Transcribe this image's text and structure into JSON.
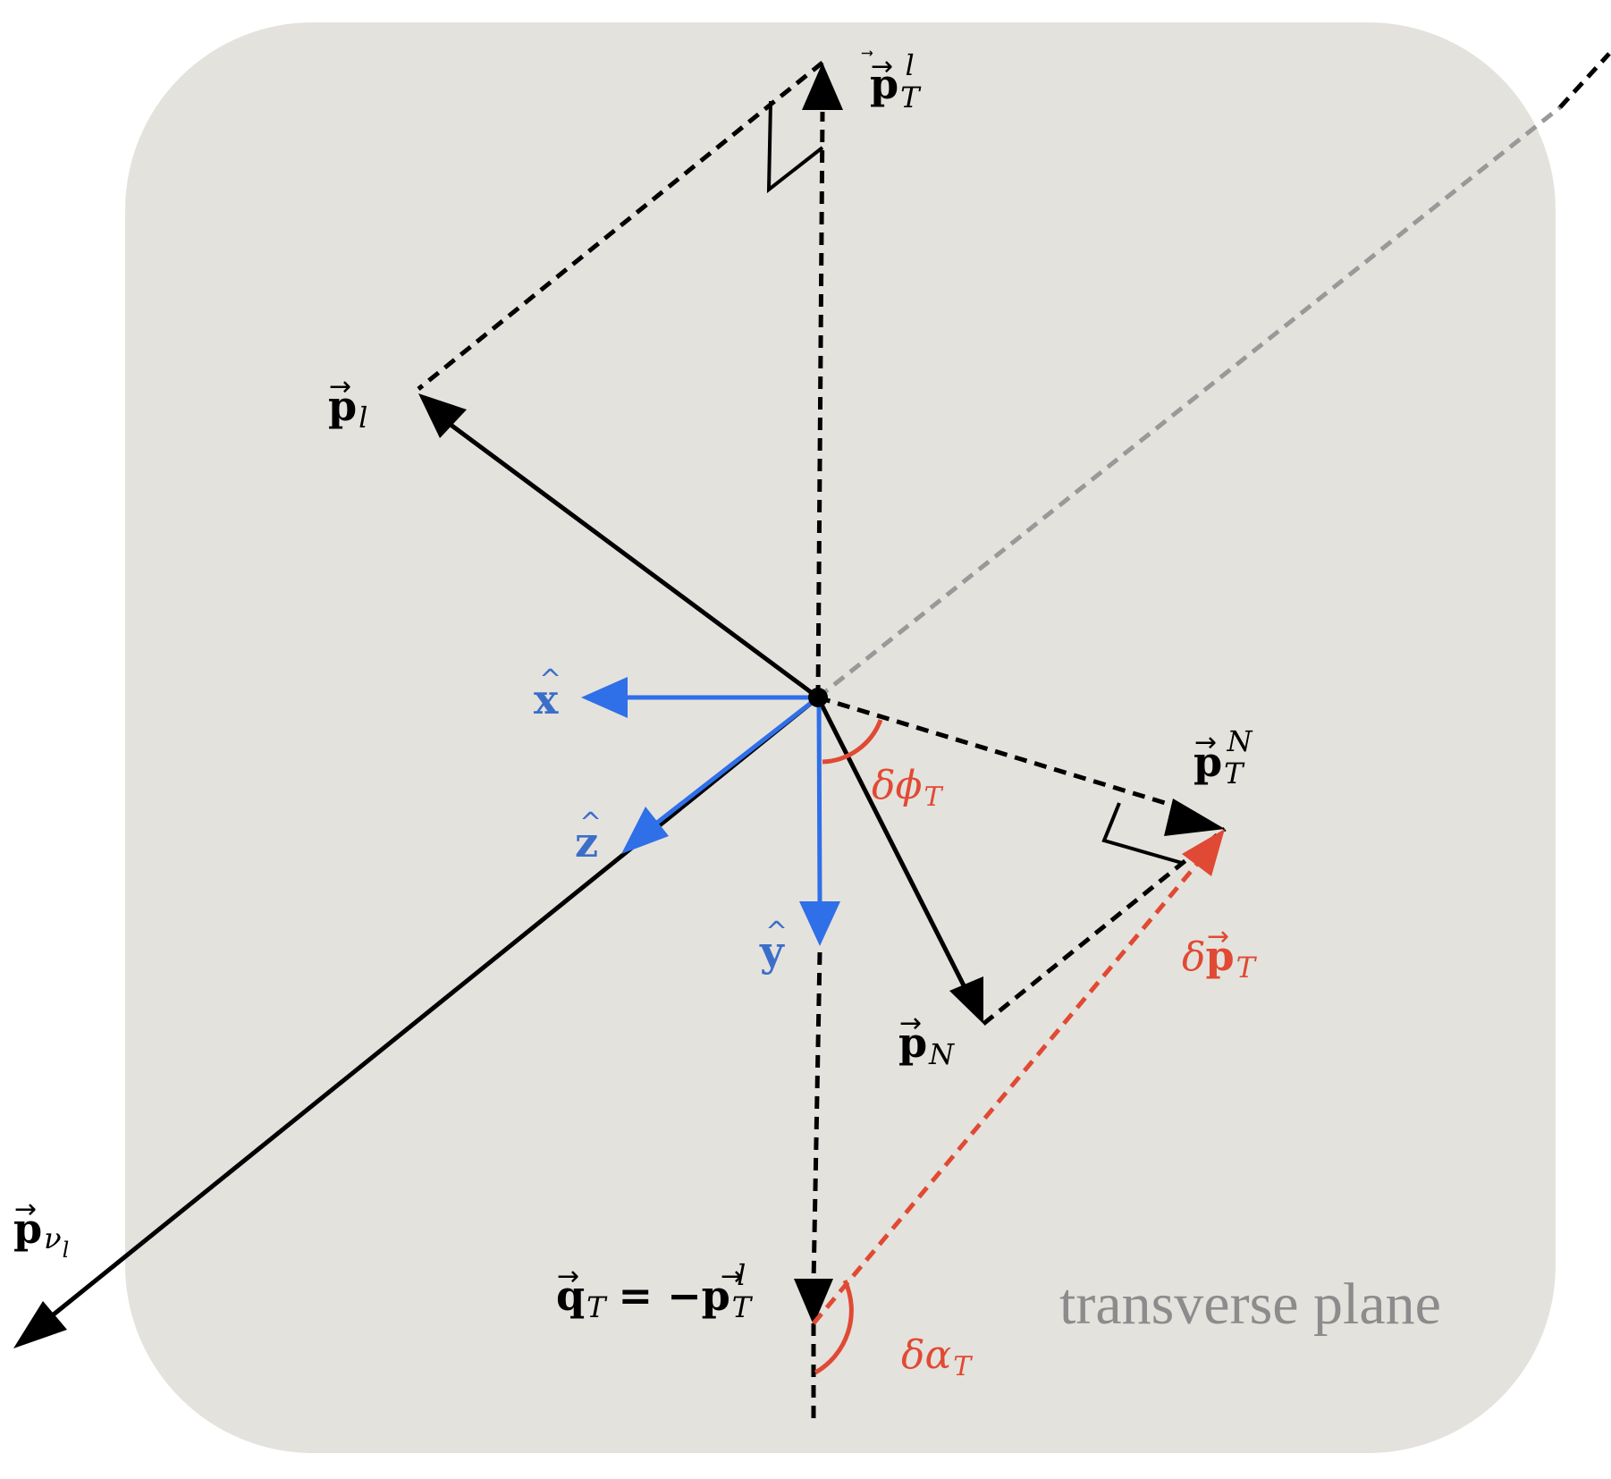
{
  "colors": {
    "plane_fill": "#e4e2dd",
    "vector_black": "#000000",
    "axis_blue": "#2f6fe8",
    "axis_label_blue": "#3c6ec9",
    "angle_red": "#e04a34",
    "guide_gray": "#999999",
    "plane_label_gray": "#8c8c8c"
  },
  "plane": {
    "label": "transverse plane"
  },
  "labels": {
    "p_T_l": {
      "main": "p",
      "sub": "T",
      "sup": "l"
    },
    "p_l": {
      "main": "p",
      "sub": "l"
    },
    "x_hat": {
      "main": "x"
    },
    "z_hat": {
      "main": "z"
    },
    "y_hat": {
      "main": "y"
    },
    "delta_phi_T": {
      "main": "δϕ",
      "sub": "T"
    },
    "p_T_N": {
      "main": "p",
      "sub": "T",
      "sup": "N"
    },
    "delta_p_T": {
      "main": "δ",
      "vec": "p",
      "sub": "T"
    },
    "p_N": {
      "main": "p",
      "sub": "N"
    },
    "p_nu_l": {
      "main": "p",
      "sub": "ν",
      "subsub": "l"
    },
    "q_T_eq": {
      "q": "q",
      "q_sub": "T",
      "eq": "= −",
      "p": "p",
      "p_sub": "T",
      "p_sup": "l"
    },
    "delta_alpha_T": {
      "main": "δα",
      "sub": "T"
    }
  }
}
